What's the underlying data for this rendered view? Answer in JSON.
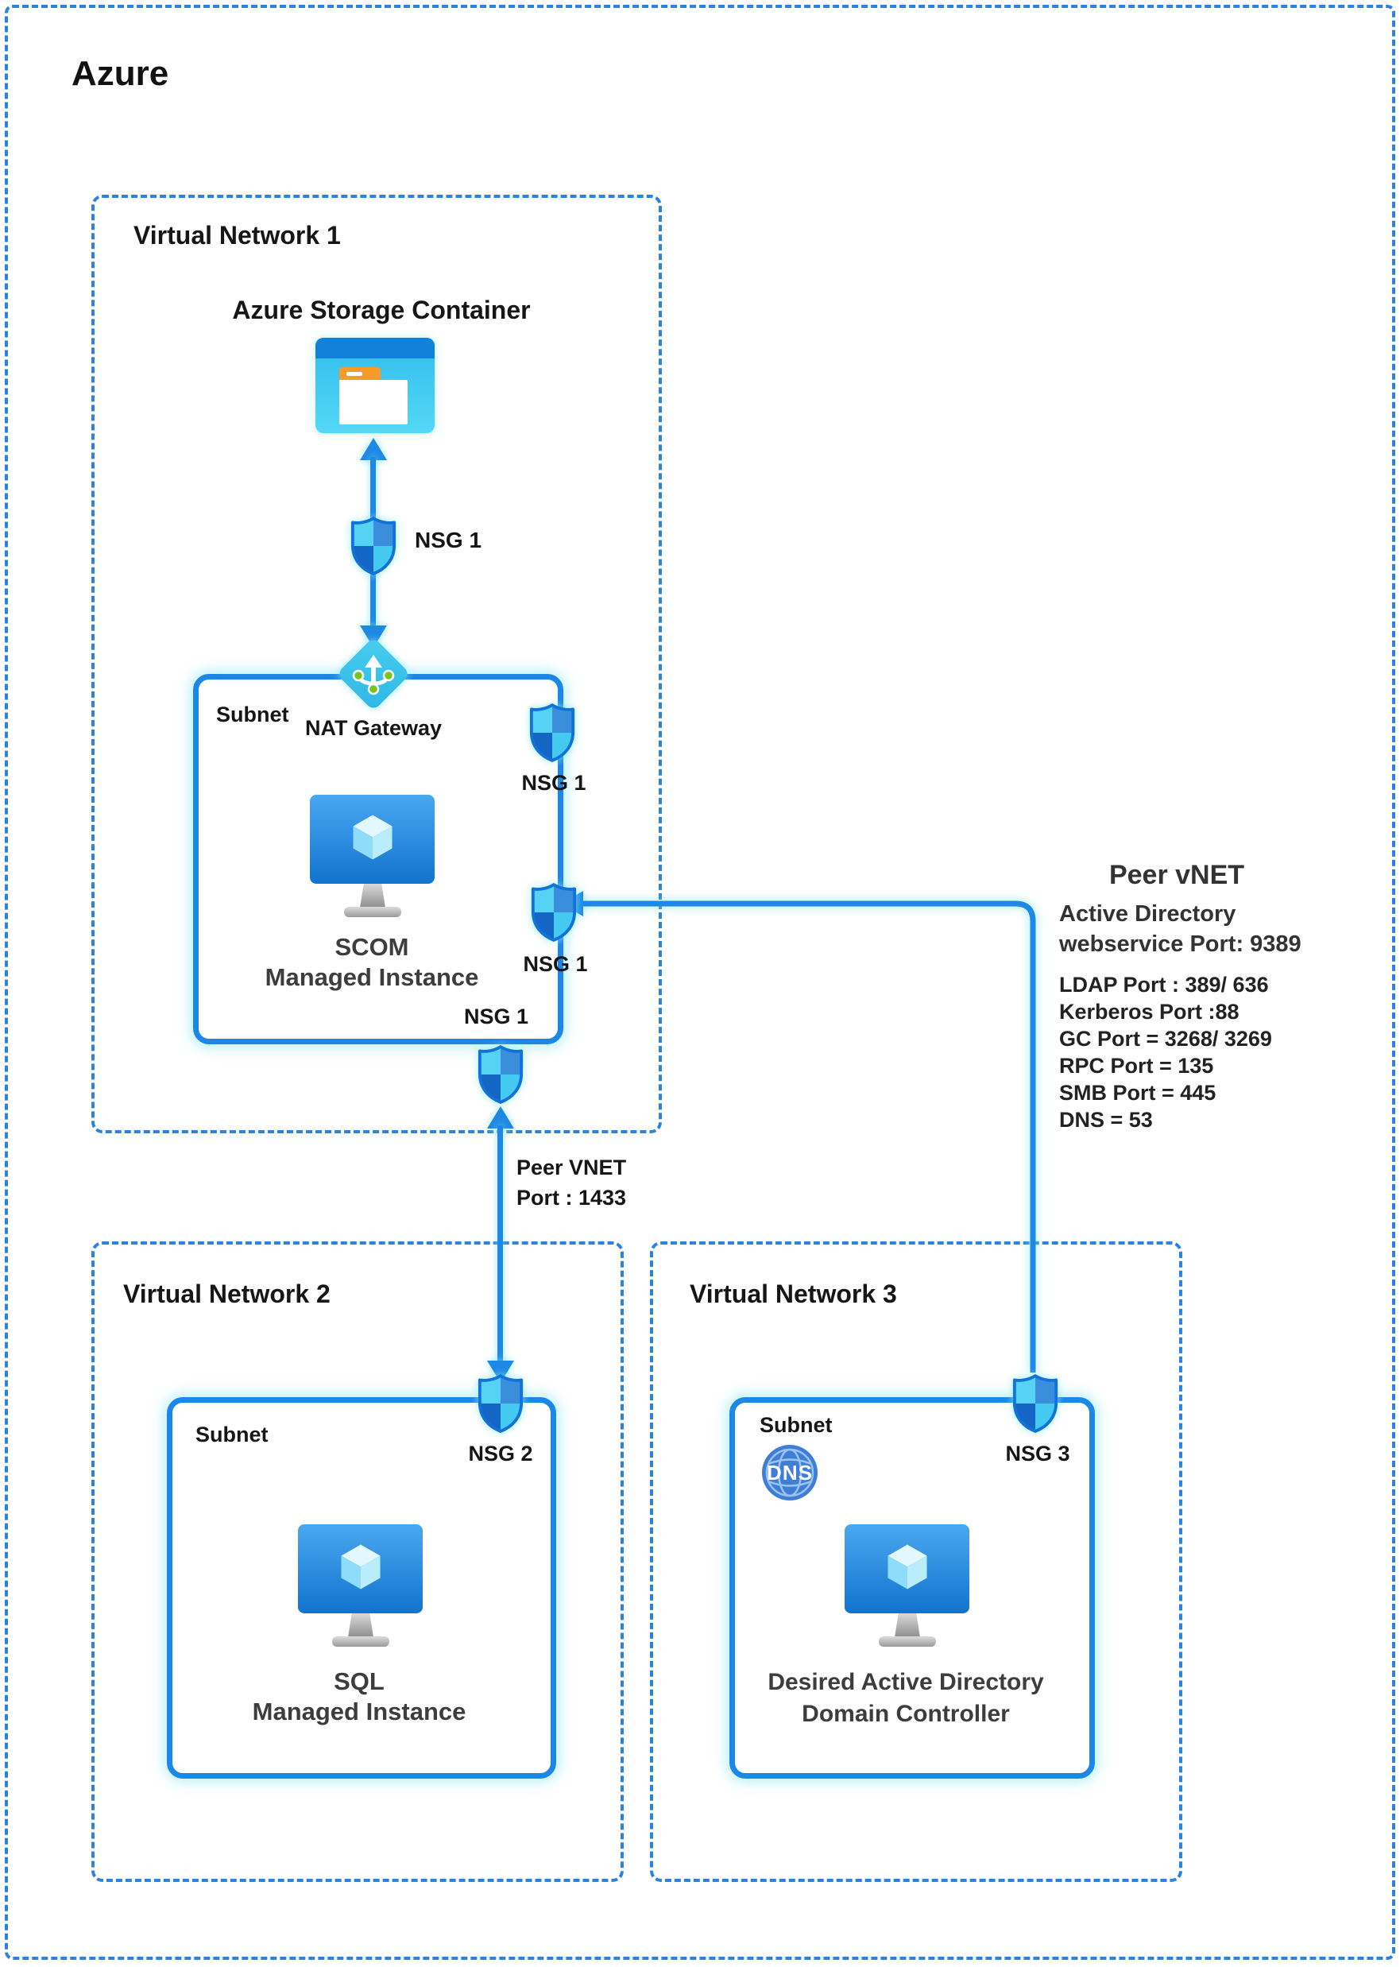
{
  "page": {
    "title": "Azure"
  },
  "colors": {
    "accent_blue": "#1e88e5",
    "dashed_blue": "#2b82e0",
    "shield_cyan": "#55d2f4",
    "shield_dark_blue": "#1565c5",
    "storage_cyan": "#3ac2ee",
    "folder_orange": "#f79a28",
    "nat_green": "#7cc21e",
    "dns_blue": "#3f7ed8"
  },
  "vnet1": {
    "title": "Virtual Network 1",
    "storage_label": "Azure Storage Container",
    "storage_nsg_label": "NSG 1",
    "subnet": {
      "label": "Subnet",
      "nat_gateway_label": "NAT Gateway",
      "nsg_right_upper_label": "NSG 1",
      "nsg_right_lower_label": "NSG 1",
      "nsg_bottom_label": "NSG 1",
      "instance_line1": "SCOM",
      "instance_line2": "Managed Instance"
    }
  },
  "peering_left": {
    "line1": "Peer VNET",
    "line2": "Port : 1433"
  },
  "peering_right": {
    "title": "Peer vNET",
    "subtitle_line1": "Active Directory",
    "subtitle_line2": "webservice Port: 9389",
    "ports": [
      "LDAP Port : 389/ 636",
      "Kerberos Port :88",
      "GC Port = 3268/ 3269",
      "RPC Port = 135",
      "SMB Port = 445",
      "DNS = 53"
    ]
  },
  "vnet2": {
    "title": "Virtual Network 2",
    "subnet": {
      "label": "Subnet",
      "nsg_label": "NSG 2",
      "instance_line1": "SQL",
      "instance_line2": "Managed Instance"
    }
  },
  "vnet3": {
    "title": "Virtual Network 3",
    "subnet": {
      "label": "Subnet",
      "dns_label": "DNS",
      "nsg_label": "NSG 3",
      "instance_line1": "Desired Active Directory",
      "instance_line2": "Domain Controller"
    }
  }
}
